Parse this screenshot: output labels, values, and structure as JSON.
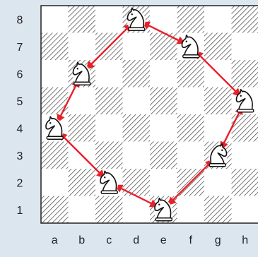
{
  "board": {
    "files": [
      "a",
      "b",
      "c",
      "d",
      "e",
      "f",
      "g",
      "h"
    ],
    "ranks": [
      "1",
      "2",
      "3",
      "4",
      "5",
      "6",
      "7",
      "8"
    ],
    "colors": {
      "page_bg": "#dce6ef",
      "light_square": "#ffffff",
      "dark_square": "#ffffff",
      "dark_hatch": "#555555",
      "border": "#222222",
      "arrow": "#e8202a",
      "label_text": "#222222"
    }
  },
  "pieces": [
    {
      "type": "knight",
      "color": "white",
      "square": "a4",
      "pose": "upright"
    },
    {
      "type": "knight",
      "color": "white",
      "square": "b6",
      "pose": "facing-left"
    },
    {
      "type": "knight",
      "color": "white",
      "square": "c2",
      "pose": "facing-left"
    },
    {
      "type": "knight",
      "color": "white",
      "square": "d8",
      "pose": "upright"
    },
    {
      "type": "knight",
      "color": "white",
      "square": "e1",
      "pose": "upright"
    },
    {
      "type": "knight",
      "color": "white",
      "square": "f7",
      "pose": "facing-left"
    },
    {
      "type": "knight",
      "color": "white",
      "square": "g3",
      "pose": "facing-right"
    },
    {
      "type": "knight",
      "color": "white",
      "square": "h5",
      "pose": "upright"
    }
  ],
  "tour_squares": [
    "d8",
    "f7",
    "h5",
    "g3",
    "e1",
    "c2",
    "a4",
    "b6",
    "d8"
  ],
  "arrows": [
    {
      "from": "d8",
      "to": "f7",
      "double": true
    },
    {
      "from": "f7",
      "to": "h5",
      "double": true
    },
    {
      "from": "h5",
      "to": "g3",
      "double": true
    },
    {
      "from": "g3",
      "to": "e1",
      "double": true
    },
    {
      "from": "e1",
      "to": "c2",
      "double": true
    },
    {
      "from": "c2",
      "to": "a4",
      "double": true
    },
    {
      "from": "a4",
      "to": "b6",
      "double": true
    },
    {
      "from": "b6",
      "to": "d8",
      "double": true
    }
  ]
}
